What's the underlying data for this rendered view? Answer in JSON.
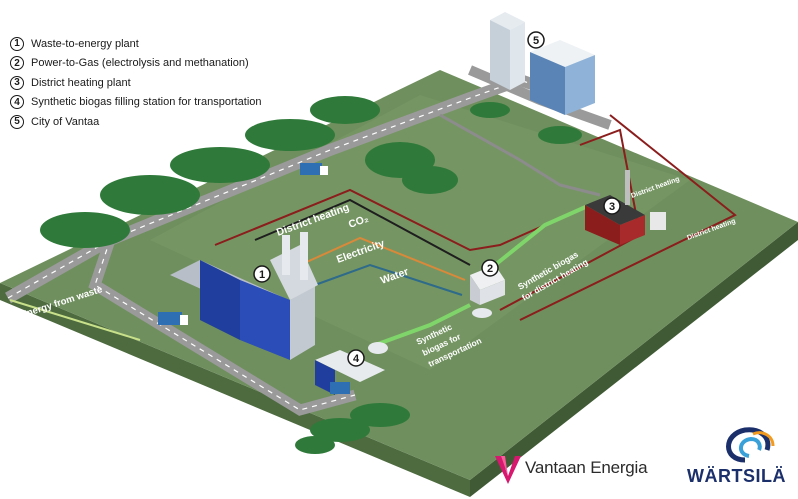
{
  "legend": {
    "items": [
      {
        "num": "1",
        "label": "Waste-to-energy plant"
      },
      {
        "num": "2",
        "label": "Power-to-Gas (electrolysis and methanation)"
      },
      {
        "num": "3",
        "label": "District heating plant"
      },
      {
        "num": "4",
        "label": "Synthetic biogas filling station for transportation"
      },
      {
        "num": "5",
        "label": "City of Vantaa"
      }
    ]
  },
  "markers": [
    "1",
    "2",
    "3",
    "4",
    "5"
  ],
  "flow_labels": {
    "district_heating_main": "District heating",
    "co2": "CO₂",
    "electricity": "Electricity",
    "water": "Water",
    "district_heating_right_1": "District heating",
    "district_heating_right_2": "District heating",
    "synthetic_biogas_heating_1": "Synthetic biogas",
    "synthetic_biogas_heating_2": "for district heating",
    "synthetic_biogas_transport_1": "Synthetic",
    "synthetic_biogas_transport_2": "biogas for",
    "synthetic_biogas_transport_3": "transportation",
    "energy_from_waste": "Energy from waste"
  },
  "logos": {
    "vantaa": "Vantaan Energia",
    "wartsila": "WÄRTSILÄ"
  },
  "colors": {
    "ground_top": "#6f8f5e",
    "ground_side": "#4d6b3f",
    "road": "#9a9a9a",
    "road_dash": "#ffffff",
    "district_heating": "#8b1d1d",
    "co2": "#1e1e1e",
    "electricity": "#d9893a",
    "water": "#2e6a8a",
    "biogas": "#7fd46a",
    "plant_blue": "#1f3e9e",
    "forest": "#2f7a3a",
    "vantaa_brand": "#d6186f",
    "wartsila_brand": "#1b2f6b"
  }
}
